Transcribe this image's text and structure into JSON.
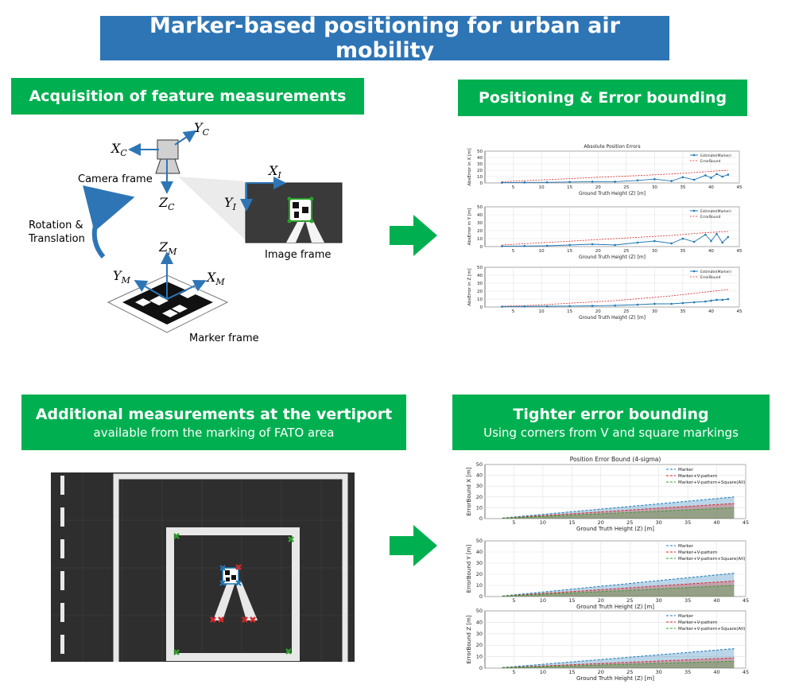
{
  "title": "Marker-based positioning for urban air mobility",
  "sections": {
    "acq": {
      "title": "Acquisition of feature measurements"
    },
    "pos": {
      "title": "Positioning & Error bounding"
    },
    "add": {
      "title": "Additional measurements at the vertiport",
      "subtitle": "available from the marking of FATO area"
    },
    "tight": {
      "title": "Tighter error bounding",
      "subtitle": "Using corners from V and square markings"
    }
  },
  "diagram": {
    "camera_frame": "Camera frame",
    "image_frame": "Image frame",
    "marker_frame": "Marker frame",
    "rot_line1": "Rotation &",
    "rot_line2": "Translation",
    "xc": "X",
    "xc_sub": "C",
    "yc": "Y",
    "yc_sub": "C",
    "zc": "Z",
    "zc_sub": "C",
    "xi": "X",
    "xi_sub": "I",
    "yi": "Y",
    "yi_sub": "I",
    "xm": "X",
    "xm_sub": "M",
    "ym": "Y",
    "ym_sub": "M",
    "zm": "Z",
    "zm_sub": "M"
  },
  "colors": {
    "banner": "#2e75b6",
    "green": "#00b050",
    "series_marker": "#1f77b4",
    "series_vpattern": "#d62728",
    "series_all": "#2ca02c"
  },
  "chart_data": [
    {
      "type": "line",
      "title": "Absolute Position Errors",
      "xlabel": "Ground Truth Height (Z) [m]",
      "ylabel": "AbsError in X [m]",
      "xlim": [
        0,
        45
      ],
      "ylim": [
        0,
        50
      ],
      "xticks": [
        5,
        10,
        15,
        20,
        25,
        30,
        35,
        40,
        45
      ],
      "yticks": [
        0,
        10,
        20,
        30,
        40,
        50
      ],
      "legend": "top-right",
      "series": [
        {
          "name": "Estimate(Marker)",
          "style": "solid-dots",
          "x": [
            3,
            7,
            11,
            15,
            19,
            23,
            27,
            30,
            33,
            35,
            37,
            39,
            40,
            41,
            42,
            43
          ],
          "values": [
            0.5,
            0.8,
            1,
            1.5,
            2,
            2,
            4,
            6,
            3,
            9,
            5,
            12,
            8,
            14,
            10,
            13
          ]
        },
        {
          "name": "ErrorBound",
          "style": "dashed",
          "x": [
            3,
            8,
            13,
            18,
            23,
            28,
            33,
            38,
            43
          ],
          "values": [
            2,
            4,
            6,
            8,
            10,
            12,
            14,
            17,
            20
          ]
        }
      ]
    },
    {
      "type": "line",
      "xlabel": "Ground Truth Height (Z) [m]",
      "ylabel": "AbsError in Y [m]",
      "xlim": [
        0,
        45
      ],
      "ylim": [
        0,
        50
      ],
      "xticks": [
        5,
        10,
        15,
        20,
        25,
        30,
        35,
        40,
        45
      ],
      "yticks": [
        0,
        10,
        20,
        30,
        40,
        50
      ],
      "legend": "top-right",
      "series": [
        {
          "name": "Estimate(Marker)",
          "style": "solid-dots",
          "x": [
            3,
            7,
            11,
            15,
            19,
            23,
            27,
            30,
            33,
            35,
            37,
            39,
            40,
            41,
            42,
            43
          ],
          "values": [
            0.5,
            0.7,
            1,
            2,
            3,
            2,
            5,
            7,
            4,
            10,
            6,
            15,
            7,
            16,
            5,
            12
          ]
        },
        {
          "name": "ErrorBound",
          "style": "dashed",
          "x": [
            3,
            8,
            13,
            18,
            23,
            28,
            33,
            38,
            43
          ],
          "values": [
            2,
            4,
            6,
            8,
            10,
            12,
            14,
            17,
            19
          ]
        }
      ]
    },
    {
      "type": "line",
      "xlabel": "Ground Truth Height (Z) [m]",
      "ylabel": "AbsError in Z [m]",
      "xlim": [
        0,
        45
      ],
      "ylim": [
        0,
        50
      ],
      "xticks": [
        5,
        10,
        15,
        20,
        25,
        30,
        35,
        40,
        45
      ],
      "yticks": [
        0,
        10,
        20,
        30,
        40,
        50
      ],
      "legend": "top-right",
      "series": [
        {
          "name": "Estimate(Marker)",
          "style": "solid-dots",
          "x": [
            3,
            7,
            11,
            15,
            19,
            23,
            27,
            30,
            33,
            35,
            37,
            39,
            40,
            41,
            42,
            43
          ],
          "values": [
            0.5,
            0.8,
            1,
            1.2,
            1.5,
            2,
            3,
            4,
            4,
            5,
            6,
            7,
            8,
            9,
            9,
            10
          ]
        },
        {
          "name": "ErrorBound",
          "style": "dashed",
          "x": [
            3,
            8,
            13,
            18,
            23,
            28,
            33,
            38,
            43
          ],
          "values": [
            1,
            2,
            4,
            6,
            8,
            11,
            14,
            18,
            22
          ]
        }
      ]
    },
    {
      "type": "area",
      "title": "Position Error Bound (4-sigma)",
      "xlabel": "Ground Truth Height (Z) [m]",
      "ylabel": "ErrorBound X [m]",
      "xlim": [
        0,
        45
      ],
      "ylim": [
        0,
        50
      ],
      "xticks": [
        5,
        10,
        15,
        20,
        25,
        30,
        35,
        40,
        45
      ],
      "yticks": [
        0,
        10,
        20,
        30,
        40,
        50
      ],
      "legend": "top-right",
      "series": [
        {
          "name": "Marker",
          "x": [
            3,
            43
          ],
          "values": [
            0.5,
            20
          ]
        },
        {
          "name": "Marker+V-pattern",
          "x": [
            3,
            43
          ],
          "values": [
            0.4,
            14
          ]
        },
        {
          "name": "Marker+V-pattern+Square(All)",
          "x": [
            3,
            43
          ],
          "values": [
            0.3,
            10
          ]
        }
      ]
    },
    {
      "type": "area",
      "xlabel": "Ground Truth Height (Z) [m]",
      "ylabel": "ErrorBound Y [m]",
      "xlim": [
        0,
        45
      ],
      "ylim": [
        0,
        50
      ],
      "xticks": [
        5,
        10,
        15,
        20,
        25,
        30,
        35,
        40,
        45
      ],
      "yticks": [
        0,
        10,
        20,
        30,
        40,
        50
      ],
      "legend": "top-right",
      "series": [
        {
          "name": "Marker",
          "x": [
            3,
            43
          ],
          "values": [
            0.5,
            21
          ]
        },
        {
          "name": "Marker+V-pattern",
          "x": [
            3,
            43
          ],
          "values": [
            0.4,
            14
          ]
        },
        {
          "name": "Marker+V-pattern+Square(All)",
          "x": [
            3,
            43
          ],
          "values": [
            0.3,
            10
          ]
        }
      ]
    },
    {
      "type": "area",
      "xlabel": "Ground Truth Height (Z) [m]",
      "ylabel": "ErrorBound Z [m]",
      "xlim": [
        0,
        45
      ],
      "ylim": [
        0,
        50
      ],
      "xticks": [
        5,
        10,
        15,
        20,
        25,
        30,
        35,
        40,
        45
      ],
      "yticks": [
        0,
        10,
        20,
        30,
        40,
        50
      ],
      "legend": "top-right",
      "series": [
        {
          "name": "Marker",
          "x": [
            3,
            43
          ],
          "values": [
            0.5,
            17
          ]
        },
        {
          "name": "Marker+V-pattern",
          "x": [
            3,
            43
          ],
          "values": [
            0.4,
            9
          ]
        },
        {
          "name": "Marker+V-pattern+Square(All)",
          "x": [
            3,
            43
          ],
          "values": [
            0.3,
            6
          ]
        }
      ]
    }
  ]
}
